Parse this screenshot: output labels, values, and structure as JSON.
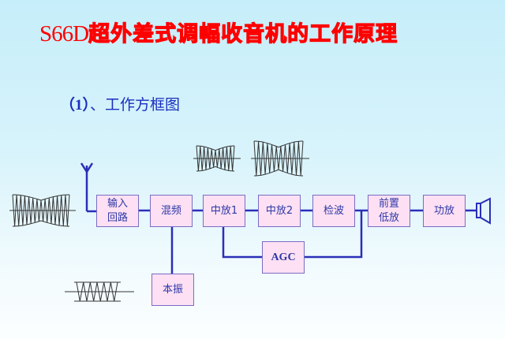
{
  "slide": {
    "title_latin": "S66D",
    "title_cjk": "超外差式调幅收音机的工作原理",
    "subtitle_num": "（1）",
    "subtitle_text": "、工作方框图"
  },
  "blocks": {
    "input_circuit": {
      "line1": "输入",
      "line2": "回路"
    },
    "mixer": "混频",
    "if_amp1": "中放1",
    "if_amp2": "中放2",
    "detector": "检波",
    "preamp": {
      "line1": "前置",
      "line2": "低放"
    },
    "power_amp": "功放",
    "agc": "AGC",
    "local_oscillator": "本振"
  },
  "colors": {
    "title": "#ff0000",
    "subtitle": "#1a2ec0",
    "wire": "#2a2fb8",
    "box_fill": "#fde0f3",
    "box_border": "#7b6cc4",
    "box_text": "#2d37a8"
  }
}
